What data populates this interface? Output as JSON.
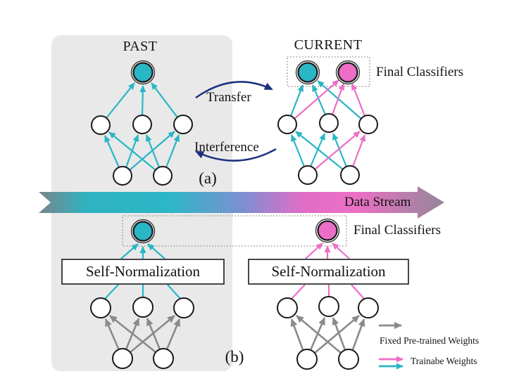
{
  "figure": {
    "past_title": "PAST",
    "current_title": "CURRENT",
    "final_classifiers_top": "Final Classifiers",
    "final_classifiers_bottom": "Final Classifiers",
    "transfer_label": "Transfer",
    "interference_label": "Interference",
    "panel_a_label": "(a)",
    "panel_b_label": "(b)",
    "data_stream_label": "Data Stream",
    "self_normalization_left": "Self-Normalization",
    "self_normalization_right": "Self-Normalization",
    "legend": {
      "items": [
        {
          "icon": "gray-arrow-icon",
          "label": "Fixed Pre-trained Weights"
        },
        {
          "icon": "pink-cyan-arrows-icon",
          "label": "Trainabe Weights"
        }
      ]
    }
  },
  "colors": {
    "teal": "#29b6c5",
    "pink": "#ec6ec6",
    "navy": "#1d3080",
    "gray": "#8a8a8a",
    "panel": "#e9e9e9",
    "stream0": "#78858b",
    "stream1": "#2fb3c2",
    "stream2": "#2bb7c6",
    "stream3": "#7b90d1",
    "stream4": "#e06dc7",
    "stream5": "#ed6fc5",
    "stream6": "#93879a"
  }
}
